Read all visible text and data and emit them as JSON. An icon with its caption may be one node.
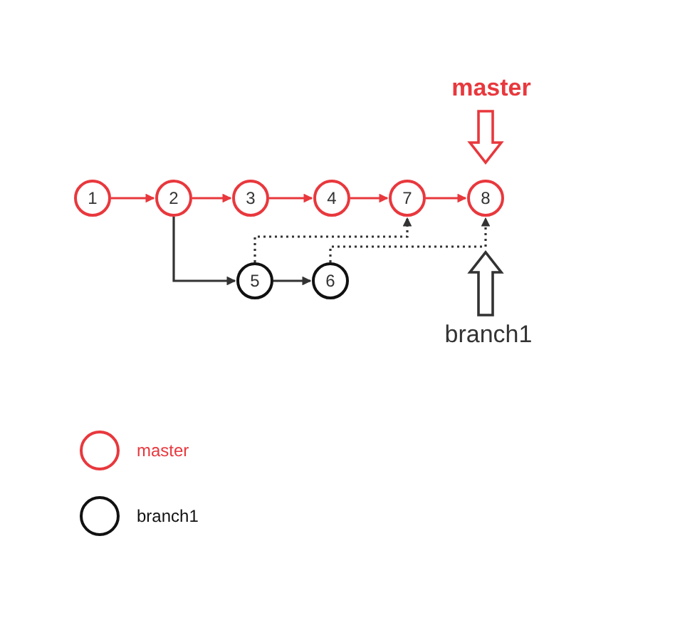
{
  "diagram": {
    "nodes": [
      {
        "text": [
          "1"
        ]
      },
      {
        "text": [
          "2"
        ]
      },
      {
        "text": [
          "3"
        ]
      },
      {
        "text": [
          "4"
        ]
      },
      {
        "text": [
          "7"
        ]
      },
      {
        "text": [
          "8"
        ]
      },
      {
        "text": [
          "5"
        ]
      },
      {
        "text": [
          "6"
        ]
      },
      {
        "text": [
          "master"
        ]
      },
      {
        "text": [
          "branch1"
        ]
      }
    ],
    "edges": [
      {
        "from": 0,
        "to": 1,
        "arrow": "to"
      },
      {
        "from": 1,
        "to": 2,
        "arrow": "to"
      },
      {
        "from": 2,
        "to": 3,
        "arrow": "to"
      },
      {
        "from": 3,
        "to": 4,
        "arrow": "to"
      },
      {
        "from": 4,
        "to": 5,
        "arrow": "to"
      },
      {
        "from": 1,
        "to": 6,
        "arrow": "to",
        "color": "#333333"
      },
      {
        "from": 6,
        "to": 7,
        "arrow": "to",
        "color": "#333333"
      },
      {
        "from": 6,
        "to": 4,
        "arrow": "to",
        "style": "dashed",
        "color": "#333333"
      },
      {
        "from": 7,
        "to": 5,
        "arrow": "to",
        "style": "dashed",
        "color": "#333333"
      },
      {
        "from": 8,
        "to": 5,
        "arrow": "to",
        "style": "thick"
      },
      {
        "from": 9,
        "to": 5,
        "arrow": "to",
        "style": "thick",
        "color": "#333333"
      }
    ],
    "legend": [
      {
        "text": "master",
        "color": "#e8383d"
      },
      {
        "text": "branch1",
        "color": "#111111"
      }
    ]
  }
}
